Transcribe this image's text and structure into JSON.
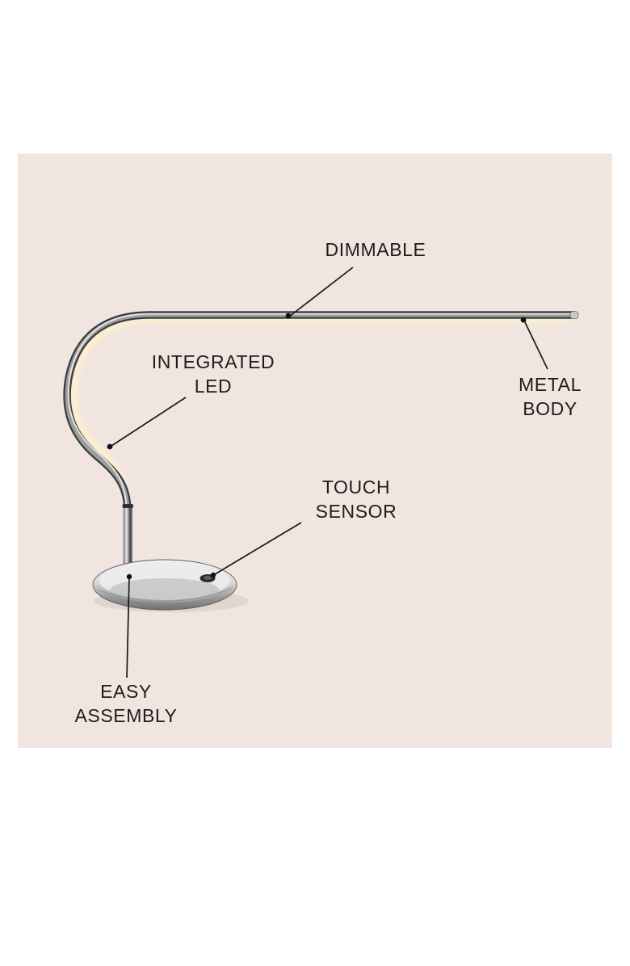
{
  "page": {
    "background_color": "#ffffff",
    "panel_color": "#f1e5df",
    "text_color": "#1d1d1d",
    "line_color": "#1a1a1a"
  },
  "product": {
    "name": "LED desk lamp",
    "features": [
      "Dimmable",
      "Integrated LED",
      "Metal body",
      "Touch sensor",
      "Easy assembly"
    ]
  },
  "labels": {
    "dimmable": "DIMMABLE",
    "integrated_led": "INTEGRATED\nLED",
    "metal_body": "METAL\nBODY",
    "touch_sensor": "TOUCH\nSENSOR",
    "easy_assembly": "EASY\nASSEMBLY"
  }
}
